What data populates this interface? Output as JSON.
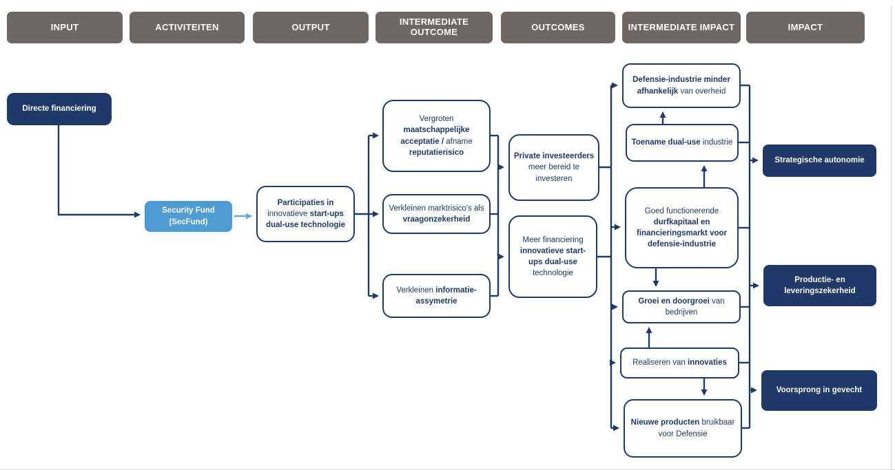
{
  "colors": {
    "navy": "#1f3a68",
    "light_blue": "#4f9bd3",
    "arrow_blue": "#61a8dc",
    "header_gray": "#6e6864",
    "background": "#ffffff"
  },
  "headers": [
    {
      "label": "INPUT"
    },
    {
      "label": "ACTIVITEITEN"
    },
    {
      "label": "OUTPUT"
    },
    {
      "label": "INTERMEDIATE OUTCOME"
    },
    {
      "label": "OUTCOMES"
    },
    {
      "label": "INTERMEDIATE IMPACT"
    },
    {
      "label": "IMPACT"
    }
  ],
  "nodes": {
    "directe_financiering": {
      "segments": [
        "Directe financiering"
      ]
    },
    "security_fund": {
      "segments": [
        "Security Fund (SecFund)"
      ]
    },
    "participaties": {
      "segments": [
        "Participaties in",
        "innovatieve",
        "start-ups dual-use technologie"
      ]
    },
    "vergroten_acceptatie": {
      "segments": [
        "Vergroten",
        "maatschappelijke acceptatie /",
        "afname",
        "reputatierisico"
      ]
    },
    "verkleinen_marktrisico": {
      "segments": [
        "Verkleinen marktrisico's als",
        "vraagonzekerheid"
      ]
    },
    "verkleinen_informatie": {
      "segments": [
        "Verkleinen",
        "informatie-assymetrie"
      ]
    },
    "private_investeerders": {
      "segments": [
        "Private investeerders",
        "meer bereid te investeren"
      ]
    },
    "meer_financiering": {
      "segments": [
        "Meer financiering",
        "innovatieve start-ups dual-use",
        "technologie"
      ]
    },
    "defensie_industrie": {
      "segments": [
        "Defensie-industrie minder afhankelijk",
        "van overheid"
      ]
    },
    "toename_dualuse": {
      "segments": [
        "Toename dual-use",
        "industrie"
      ]
    },
    "goed_functionerende": {
      "segments": [
        "Goed functionerende",
        "durfkapitaal en financieringsmarkt voor defensie-industrie"
      ]
    },
    "groei_doorgroei": {
      "segments": [
        "Groei en doorgroei",
        "van bedrijven"
      ]
    },
    "realiseren_innovaties": {
      "segments": [
        "Realiseren van",
        "innovaties"
      ]
    },
    "nieuwe_producten": {
      "segments": [
        "Nieuwe producten",
        "bruikbaar voor Defensie"
      ]
    },
    "strategische_autonomie": {
      "segments": [
        "Strategische autonomie"
      ]
    },
    "productie_levering": {
      "segments": [
        "Productie- en leveringszekerheid"
      ]
    },
    "voorsprong_gevecht": {
      "segments": [
        "Voorsprong in gevecht"
      ]
    }
  }
}
